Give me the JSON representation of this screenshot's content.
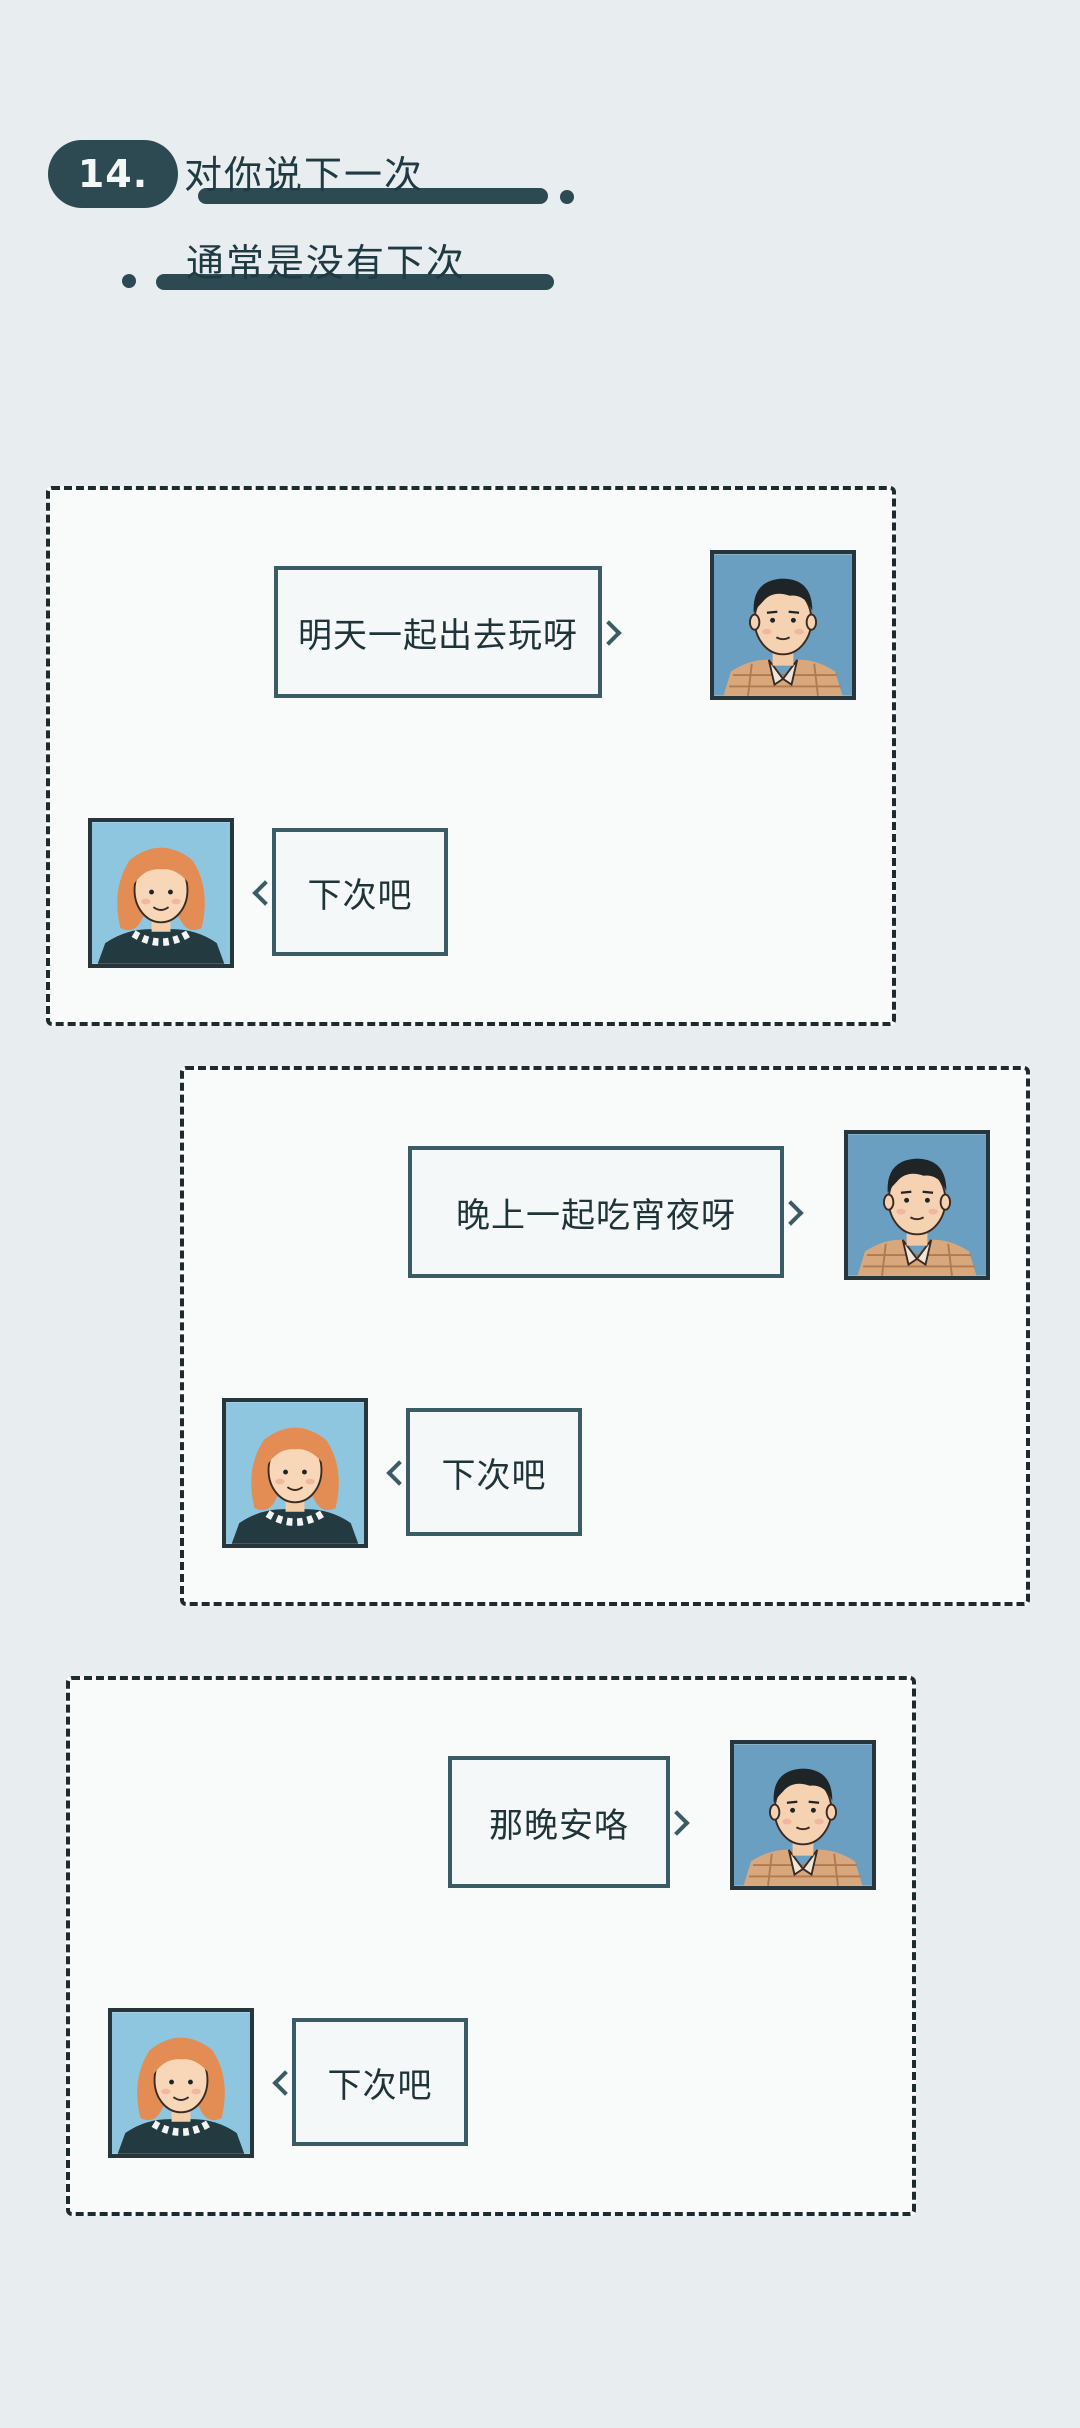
{
  "header": {
    "number": "14.",
    "line1": "对你说下一次",
    "line2": "通常是没有下次"
  },
  "colors": {
    "background": "#e8eef0",
    "accent": "#2d4a52",
    "bubble_border": "#3b5c64",
    "male_avatar_bg": "#6b9fc2",
    "female_avatar_bg": "#8ec6e0"
  },
  "panels": [
    {
      "male_message": "明天一起出去玩呀",
      "female_reply": "下次吧"
    },
    {
      "male_message": "晚上一起吃宵夜呀",
      "female_reply": "下次吧"
    },
    {
      "male_message": "那晚安咯",
      "female_reply": "下次吧"
    }
  ],
  "icons": {
    "male": "man-avatar-icon",
    "female": "woman-avatar-icon"
  }
}
